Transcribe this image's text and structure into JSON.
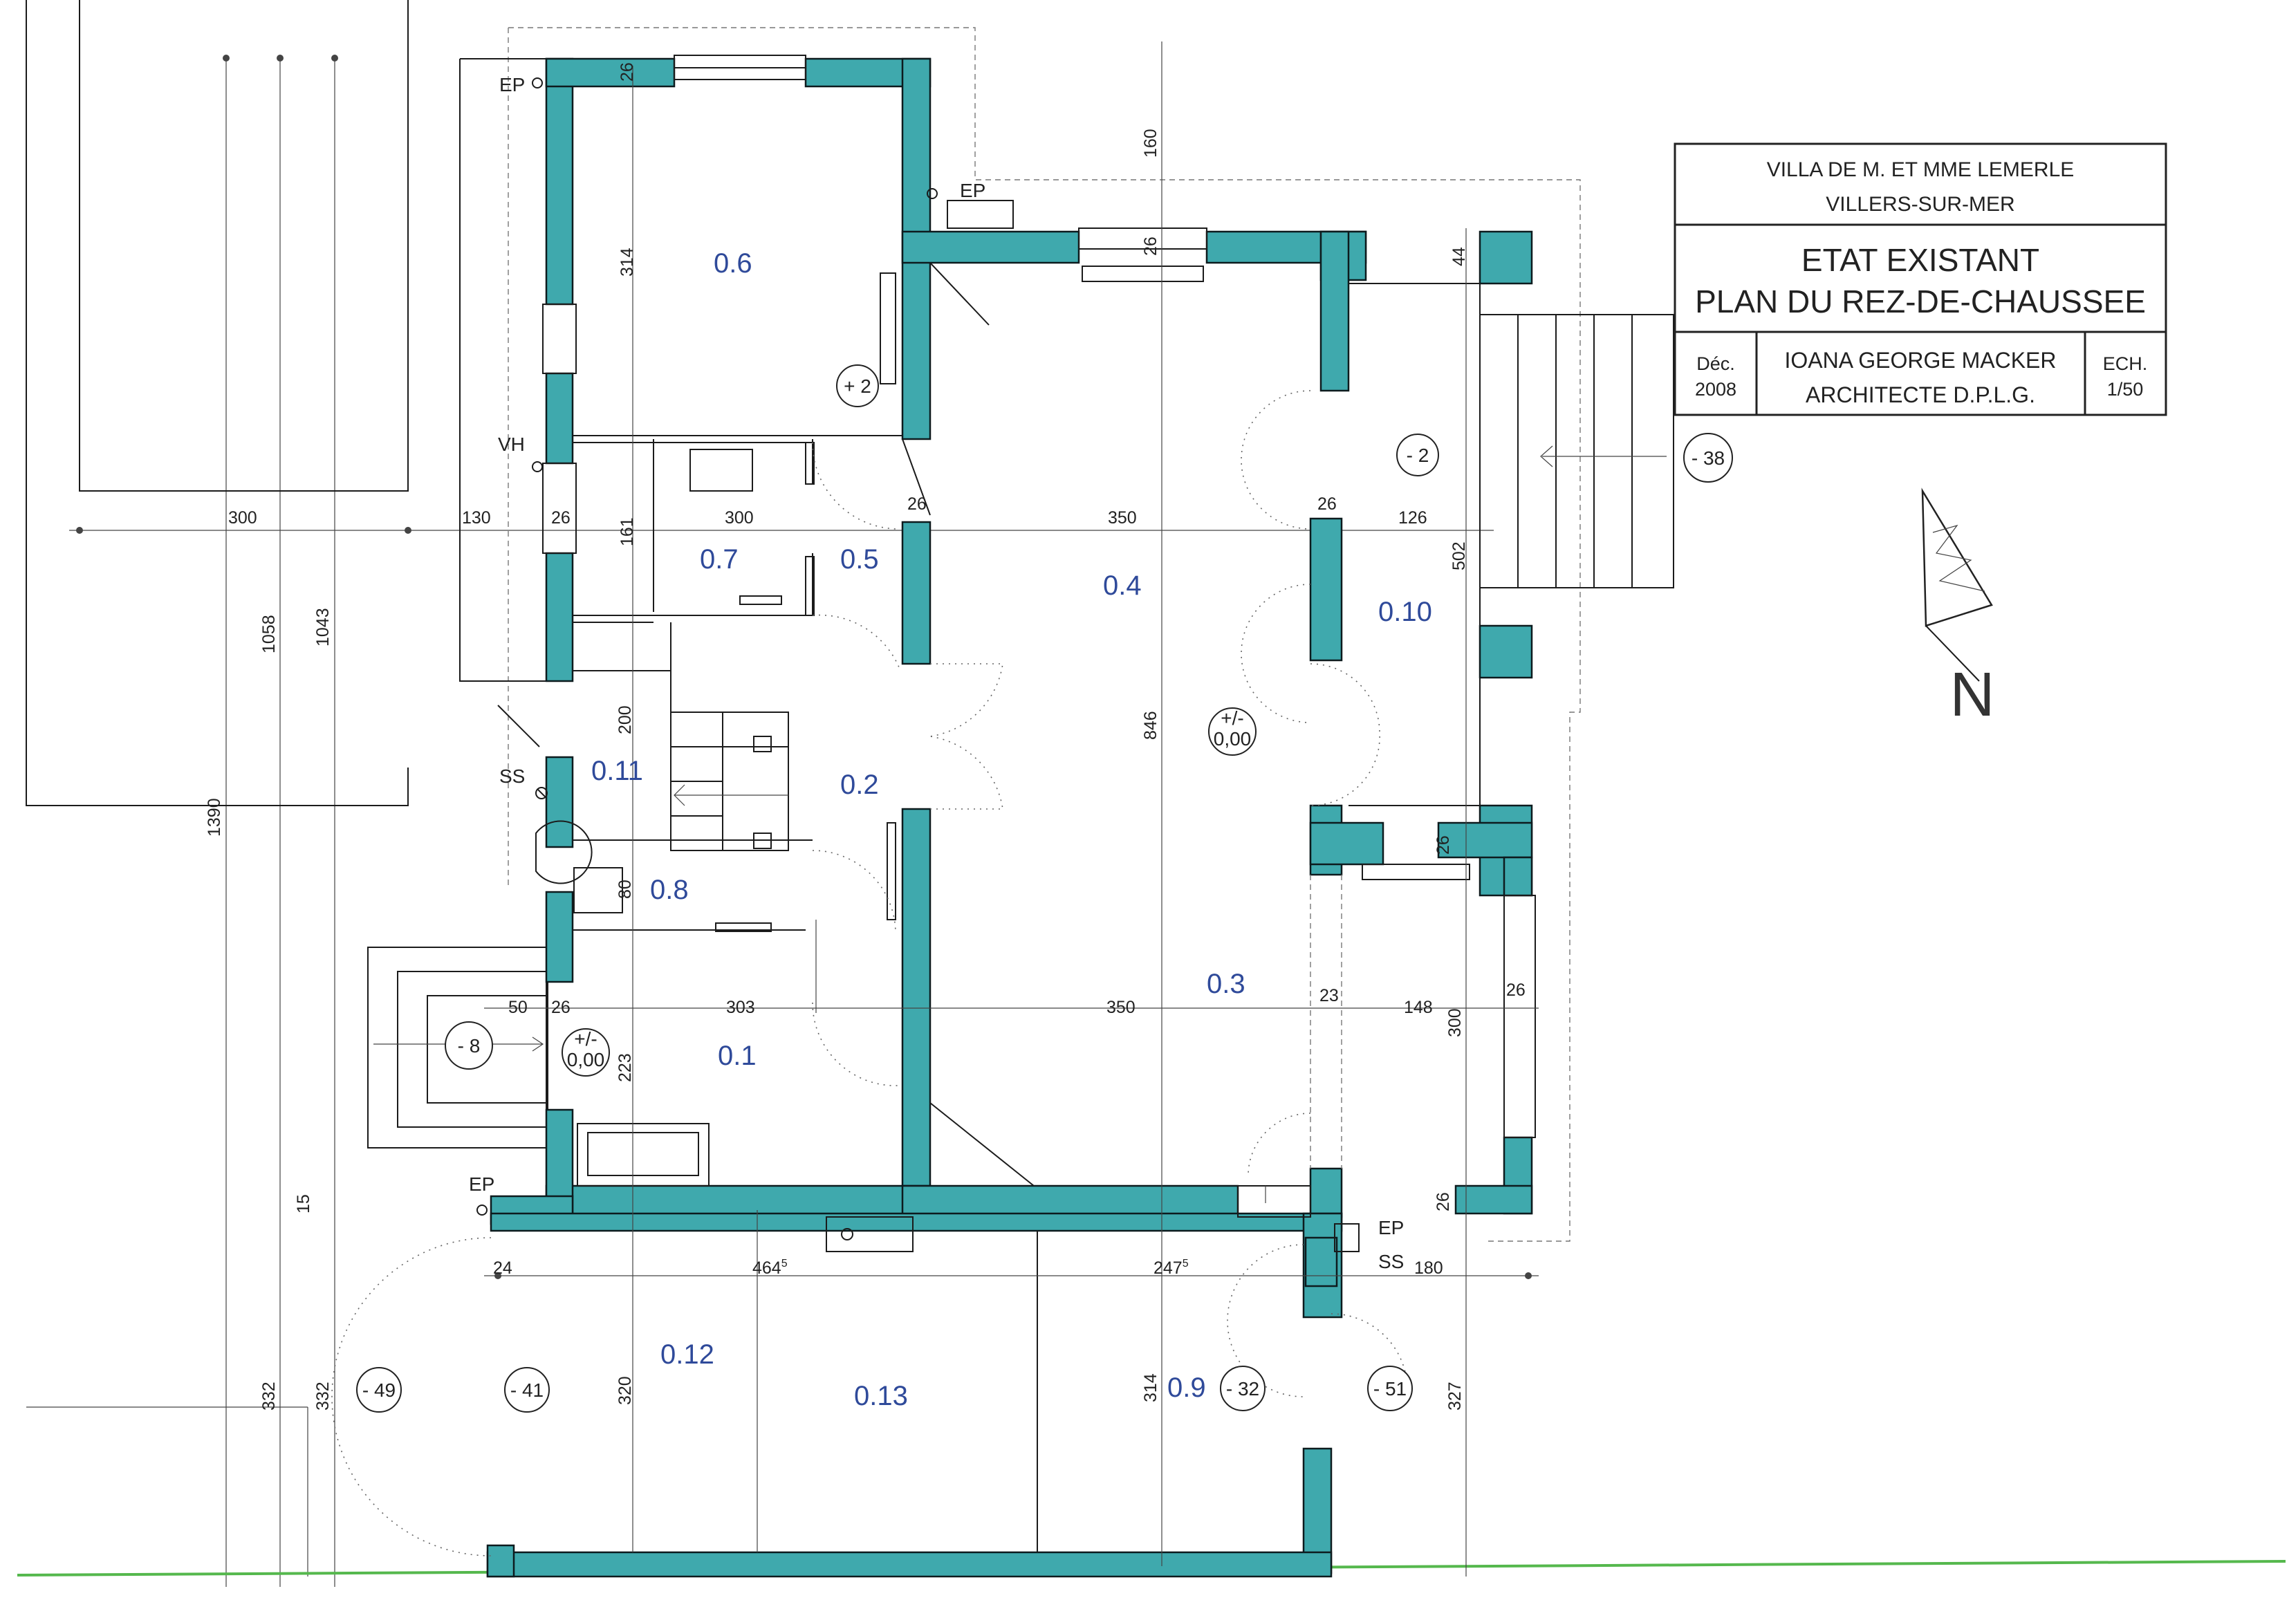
{
  "title_block": {
    "client_line1": "VILLA DE M. ET MME LEMERLE",
    "client_line2": "VILLERS-SUR-MER",
    "title_line1": "ETAT EXISTANT",
    "title_line2": "PLAN DU REZ-DE-CHAUSSEE",
    "date_line1": "Déc.",
    "date_line2": "2008",
    "architect_line1": "IOANA GEORGE MACKER",
    "architect_line2": "ARCHITECTE D.P.L.G.",
    "scale_line1": "ECH.",
    "scale_line2": "1/50"
  },
  "north_label": "N",
  "rooms": {
    "r01": "0.1",
    "r02": "0.2",
    "r03": "0.3",
    "r04": "0.4",
    "r05": "0.5",
    "r06": "0.6",
    "r07": "0.7",
    "r08": "0.8",
    "r09": "0.9",
    "r10": "0.10",
    "r11": "0.11",
    "r12": "0.12",
    "r13": "0.13"
  },
  "levels": {
    "l_plus2": "+ 2",
    "l_m2": "- 2",
    "l_m38": "- 38",
    "l_m8": "- 8",
    "l_m49": "- 49",
    "l_m41": "- 41",
    "l_m32": "- 32",
    "l_m51": "- 51",
    "zero_a_top": "+/-",
    "zero_a_bot": "0,00",
    "zero_b_top": "+/-",
    "zero_b_bot": "0,00"
  },
  "notes": {
    "ep1": "EP",
    "ep2": "EP",
    "ep3": "EP",
    "ep4": "EP",
    "vh": "VH",
    "ss1": "SS",
    "ss2": "SS"
  },
  "dims": {
    "d300a": "300",
    "d130": "130",
    "d26a": "26",
    "d300b": "300",
    "d26b": "26",
    "d350a": "350",
    "d26c": "26",
    "d126": "126",
    "d50": "50",
    "d26d": "26",
    "d303": "303",
    "d350b": "350",
    "d23": "23",
    "d148": "148",
    "d26e": "26",
    "d24": "24",
    "d464": "464",
    "d2475": "247",
    "d180": "180",
    "d160": "160",
    "d314a": "314",
    "d26f": "26",
    "d44": "44",
    "d161": "161",
    "d200": "200",
    "d80": "80",
    "d223": "223",
    "d846": "846",
    "d502": "502",
    "d300c": "300",
    "d26g": "26",
    "d1058": "1058",
    "d1043": "1043",
    "d1390": "1390",
    "d15": "15",
    "d332a": "332",
    "d332b": "332",
    "d320": "320",
    "d314b": "314",
    "d327": "327",
    "d26h": "26",
    "d26i": "26",
    "sup5a": "5",
    "sup5b": "5"
  },
  "colors": {
    "wall": "#3fa9ad",
    "ink": "#1b1b1b",
    "label": "#2f4a9a",
    "ground": "#55b84d"
  }
}
